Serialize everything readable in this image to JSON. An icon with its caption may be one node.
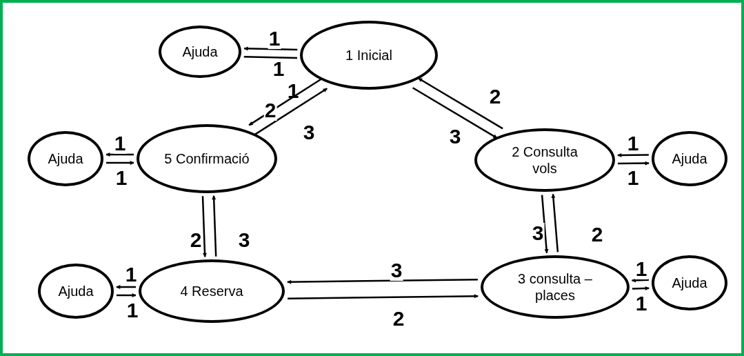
{
  "diagram": {
    "nodes": [
      {
        "text": [
          "Ajuda"
        ]
      },
      {
        "text": [
          "1 Inicial"
        ]
      },
      {
        "text": [
          "Ajuda"
        ]
      },
      {
        "text": [
          "5 Confirmació"
        ]
      },
      {
        "text": [
          "2 Consulta vols"
        ]
      },
      {
        "text": [
          "Ajuda"
        ]
      },
      {
        "text": [
          "Ajuda"
        ]
      },
      {
        "text": [
          "4 Reserva"
        ]
      },
      {
        "text": [
          "3 consulta – places"
        ]
      },
      {
        "text": [
          "Ajuda"
        ]
      }
    ],
    "edges": [
      {
        "from": 1,
        "to": 0,
        "arrow": "to",
        "label": "1"
      },
      {
        "from": 0,
        "to": 1,
        "arrow": "none",
        "label": "1"
      },
      {
        "from": 1,
        "to": 3,
        "arrow": "to",
        "label": "2"
      },
      {
        "from": 3,
        "to": 1,
        "arrow": "to",
        "label": "3"
      },
      {
        "from": 1,
        "to": 4,
        "arrow": "to",
        "label": "3"
      },
      {
        "from": 4,
        "to": 1,
        "arrow": "to",
        "label": "2"
      },
      {
        "from": 3,
        "to": 2,
        "arrow": "to",
        "label": "1"
      },
      {
        "from": 2,
        "to": 3,
        "arrow": "to",
        "label": "1"
      },
      {
        "from": 4,
        "to": 5,
        "arrow": "to",
        "label": "1"
      },
      {
        "from": 5,
        "to": 4,
        "arrow": "to",
        "label": "1"
      },
      {
        "from": 3,
        "to": 7,
        "arrow": "to",
        "label": "2"
      },
      {
        "from": 7,
        "to": 3,
        "arrow": "to",
        "label": "3"
      },
      {
        "from": 4,
        "to": 8,
        "arrow": "to",
        "label": "3"
      },
      {
        "from": 8,
        "to": 4,
        "arrow": "to",
        "label": "2"
      },
      {
        "from": 7,
        "to": 6,
        "arrow": "to",
        "label": "1"
      },
      {
        "from": 6,
        "to": 7,
        "arrow": "to",
        "label": "1"
      },
      {
        "from": 8,
        "to": 7,
        "arrow": "to",
        "label": "3"
      },
      {
        "from": 7,
        "to": 8,
        "arrow": "to",
        "label": "2"
      },
      {
        "from": 8,
        "to": 9,
        "arrow": "to",
        "label": "1"
      },
      {
        "from": 9,
        "to": 8,
        "arrow": "to",
        "label": "1"
      }
    ],
    "labels": [
      "1"
    ]
  }
}
